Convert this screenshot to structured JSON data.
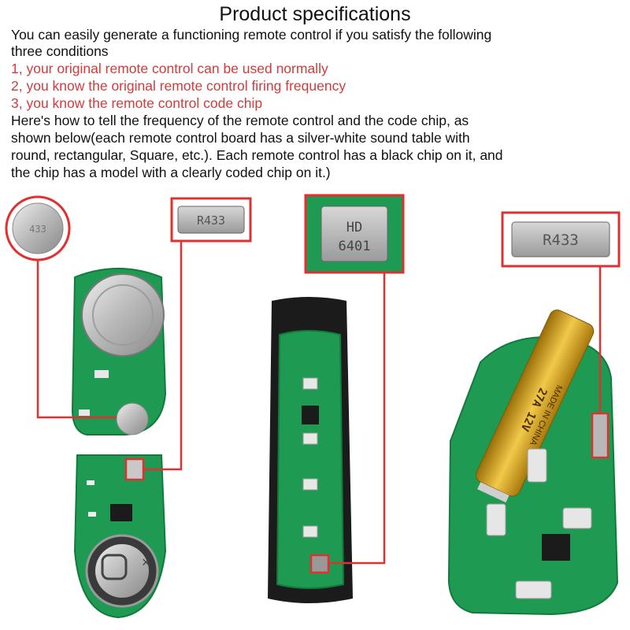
{
  "heading": "Product specifications",
  "intro": [
    "You can easily generate a functioning remote control if you satisfy the following",
    "three conditions"
  ],
  "conditions": [
    "1, your original remote control can be used normally",
    "2, you know the original remote control firing frequency",
    "3, you know the remote control code chip"
  ],
  "explanation": [
    "Here's how to tell the frequency of the remote control and the code chip, as",
    "shown below(each remote control board has a silver-white sound table with",
    "round, rectangular, Square, etc.). Each remote control has a black chip on it, and",
    "the chip has a model with a clearly coded chip on it.)"
  ],
  "chip_labels": {
    "resonator_1": "R433",
    "chip_hd": "HD",
    "chip_model": "6401",
    "resonator_2": "R433",
    "battery_model": "27A 12V",
    "battery_origin": "MADE IN CHINA"
  },
  "colors": {
    "pcb": "#1f9a52",
    "pcb_dark": "#137a3d",
    "highlight": "#e03030",
    "condition_text": "#d23b3b",
    "battery_gold": "#d9a31a"
  }
}
